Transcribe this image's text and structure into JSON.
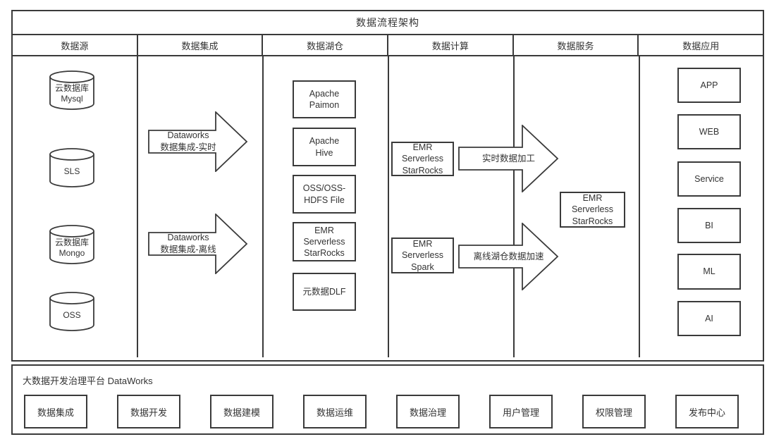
{
  "diagram": {
    "title": "数据流程架构",
    "column_headers": [
      "数据源",
      "数据集成",
      "数据湖仓",
      "数据计算",
      "数据服务",
      "数据应用"
    ]
  },
  "sources": [
    "云数据库\nMysql",
    "SLS",
    "云数据库\nMongo",
    "OSS"
  ],
  "integration_arrows": [
    "Dataworks\n数据集成-实时",
    "Dataworks\n数据集成-离线"
  ],
  "lakehouse_items": [
    "Apache\nPaimon",
    "Apache\nHive",
    "OSS/OSS-\nHDFS File",
    "EMR\nServerless\nStarRocks",
    "元数据DLF"
  ],
  "compute": {
    "boxes": [
      "EMR\nServerless\nStarRocks",
      "EMR\nServerless\nSpark"
    ],
    "arrows": [
      "实时数据加工",
      "离线湖仓数据加速"
    ]
  },
  "service_box": "EMR\nServerless\nStarRocks",
  "applications": [
    "APP",
    "WEB",
    "Service",
    "BI",
    "ML",
    "AI"
  ],
  "platform": {
    "title": "大数据开发治理平台 DataWorks",
    "modules": [
      "数据集成",
      "数据开发",
      "数据建模",
      "数据运维",
      "数据治理",
      "用户管理",
      "权限管理",
      "发布中心"
    ]
  },
  "colors": {
    "border": "#3a3a3a",
    "text": "#333333",
    "background": "#ffffff"
  }
}
